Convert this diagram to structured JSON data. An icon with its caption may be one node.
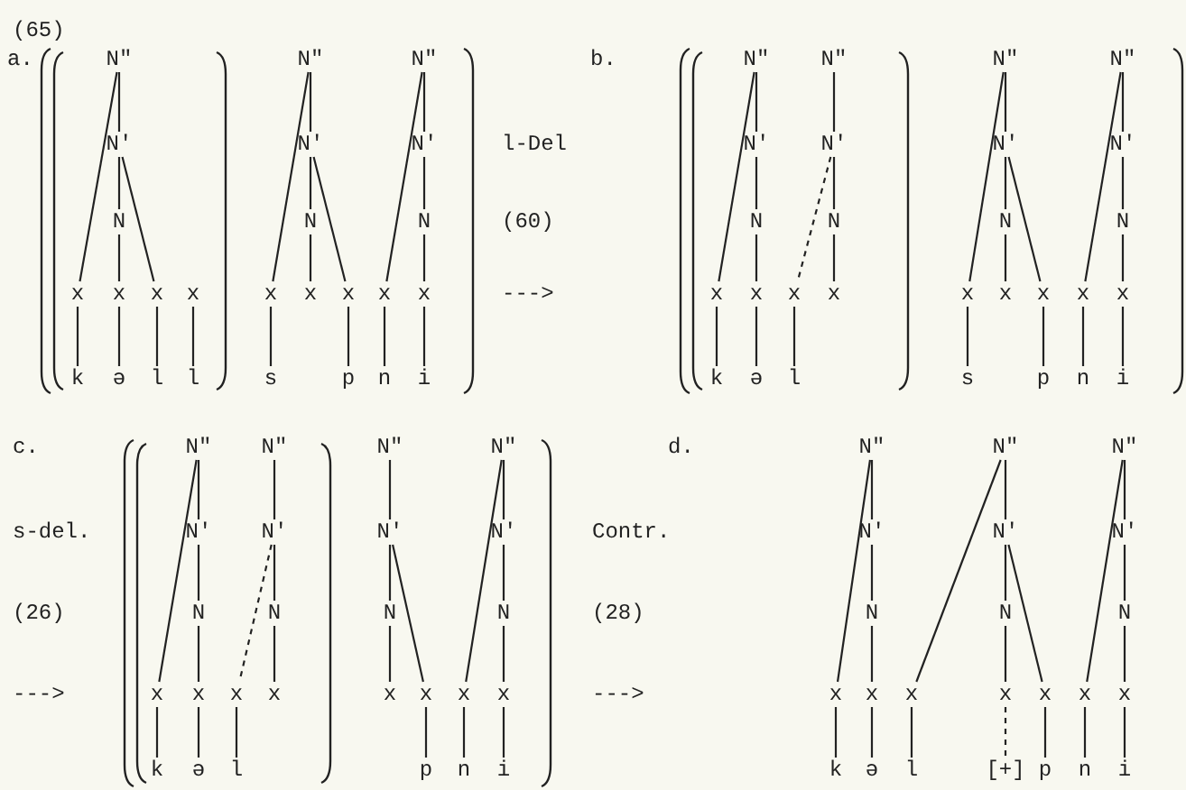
{
  "diagram": {
    "nodes": [
      {
        "text": [
          "N\""
        ]
      },
      {
        "text": [
          "N'"
        ]
      },
      {
        "text": [
          "N"
        ]
      },
      {
        "text": [
          "N\""
        ]
      },
      {
        "text": [
          "N'"
        ]
      },
      {
        "text": [
          "N"
        ]
      },
      {
        "text": [
          "N\""
        ]
      },
      {
        "text": [
          "N'"
        ]
      },
      {
        "text": [
          "N"
        ]
      },
      {
        "text": [
          "x"
        ]
      },
      {
        "text": [
          "x"
        ]
      },
      {
        "text": [
          "x"
        ]
      },
      {
        "text": [
          "x"
        ]
      },
      {
        "text": [
          "x"
        ]
      },
      {
        "text": [
          "x"
        ]
      },
      {
        "text": [
          "x"
        ]
      },
      {
        "text": [
          "x"
        ]
      },
      {
        "text": [
          "x"
        ]
      },
      {
        "text": [
          "k"
        ]
      },
      {
        "text": [
          "ə"
        ]
      },
      {
        "text": [
          "l"
        ]
      },
      {
        "text": [
          "l"
        ]
      },
      {
        "text": [
          "s"
        ]
      },
      {
        "text": [
          "p"
        ]
      },
      {
        "text": [
          "n"
        ]
      },
      {
        "text": [
          "i"
        ]
      },
      {
        "text": [
          "N\""
        ]
      },
      {
        "text": [
          "N'"
        ]
      },
      {
        "text": [
          "N"
        ]
      },
      {
        "text": [
          "N\""
        ]
      },
      {
        "text": [
          "N'"
        ]
      },
      {
        "text": [
          "N"
        ]
      },
      {
        "text": [
          "N\""
        ]
      },
      {
        "text": [
          "N'"
        ]
      },
      {
        "text": [
          "N"
        ]
      },
      {
        "text": [
          "N\""
        ]
      },
      {
        "text": [
          "N'"
        ]
      },
      {
        "text": [
          "N"
        ]
      },
      {
        "text": [
          "x"
        ]
      },
      {
        "text": [
          "x"
        ]
      },
      {
        "text": [
          "x"
        ]
      },
      {
        "text": [
          "x"
        ]
      },
      {
        "text": [
          "x"
        ]
      },
      {
        "text": [
          "x"
        ]
      },
      {
        "text": [
          "x"
        ]
      },
      {
        "text": [
          "x"
        ]
      },
      {
        "text": [
          "x"
        ]
      },
      {
        "text": [
          "k"
        ]
      },
      {
        "text": [
          "ə"
        ]
      },
      {
        "text": [
          "l"
        ]
      },
      {
        "text": [
          "s"
        ]
      },
      {
        "text": [
          "p"
        ]
      },
      {
        "text": [
          "n"
        ]
      },
      {
        "text": [
          "i"
        ]
      },
      {
        "text": [
          "N\""
        ]
      },
      {
        "text": [
          "N'"
        ]
      },
      {
        "text": [
          "N"
        ]
      },
      {
        "text": [
          "N\""
        ]
      },
      {
        "text": [
          "N'"
        ]
      },
      {
        "text": [
          "N"
        ]
      },
      {
        "text": [
          "N\""
        ]
      },
      {
        "text": [
          "N'"
        ]
      },
      {
        "text": [
          "N"
        ]
      },
      {
        "text": [
          "N\""
        ]
      },
      {
        "text": [
          "N'"
        ]
      },
      {
        "text": [
          "N"
        ]
      },
      {
        "text": [
          "x"
        ]
      },
      {
        "text": [
          "x"
        ]
      },
      {
        "text": [
          "x"
        ]
      },
      {
        "text": [
          "x"
        ]
      },
      {
        "text": [
          "x"
        ]
      },
      {
        "text": [
          "x"
        ]
      },
      {
        "text": [
          "x"
        ]
      },
      {
        "text": [
          "x"
        ]
      },
      {
        "text": [
          "k"
        ]
      },
      {
        "text": [
          "ə"
        ]
      },
      {
        "text": [
          "l"
        ]
      },
      {
        "text": [
          "p"
        ]
      },
      {
        "text": [
          "n"
        ]
      },
      {
        "text": [
          "i"
        ]
      },
      {
        "text": [
          "N\""
        ]
      },
      {
        "text": [
          "N'"
        ]
      },
      {
        "text": [
          "N"
        ]
      },
      {
        "text": [
          "N\""
        ]
      },
      {
        "text": [
          "N'"
        ]
      },
      {
        "text": [
          "N"
        ]
      },
      {
        "text": [
          "N\""
        ]
      },
      {
        "text": [
          "N'"
        ]
      },
      {
        "text": [
          "N"
        ]
      },
      {
        "text": [
          "x"
        ]
      },
      {
        "text": [
          "x"
        ]
      },
      {
        "text": [
          "x"
        ]
      },
      {
        "text": [
          "x"
        ]
      },
      {
        "text": [
          "x"
        ]
      },
      {
        "text": [
          "x"
        ]
      },
      {
        "text": [
          "x"
        ]
      },
      {
        "text": [
          "k"
        ]
      },
      {
        "text": [
          "ə"
        ]
      },
      {
        "text": [
          "l"
        ]
      },
      {
        "text": [
          "[+]"
        ]
      },
      {
        "text": [
          "p"
        ]
      },
      {
        "text": [
          "n"
        ]
      },
      {
        "text": [
          "i"
        ]
      }
    ],
    "edges": [
      {
        "from": 0,
        "to": 1,
        "arrow": "none"
      },
      {
        "from": 0,
        "to": 9,
        "arrow": "none"
      },
      {
        "from": 1,
        "to": 2,
        "arrow": "none"
      },
      {
        "from": 1,
        "to": 11,
        "arrow": "none"
      },
      {
        "from": 2,
        "to": 10,
        "arrow": "none"
      },
      {
        "from": 3,
        "to": 4,
        "arrow": "none"
      },
      {
        "from": 3,
        "to": 13,
        "arrow": "none"
      },
      {
        "from": 4,
        "to": 5,
        "arrow": "none"
      },
      {
        "from": 4,
        "to": 15,
        "arrow": "none"
      },
      {
        "from": 5,
        "to": 14,
        "arrow": "none"
      },
      {
        "from": 6,
        "to": 7,
        "arrow": "none"
      },
      {
        "from": 6,
        "to": 16,
        "arrow": "none"
      },
      {
        "from": 7,
        "to": 8,
        "arrow": "none"
      },
      {
        "from": 8,
        "to": 17,
        "arrow": "none"
      },
      {
        "from": 9,
        "to": 18,
        "arrow": "none"
      },
      {
        "from": 10,
        "to": 19,
        "arrow": "none"
      },
      {
        "from": 11,
        "to": 20,
        "arrow": "none"
      },
      {
        "from": 12,
        "to": 21,
        "arrow": "none"
      },
      {
        "from": 13,
        "to": 22,
        "arrow": "none"
      },
      {
        "from": 15,
        "to": 23,
        "arrow": "none"
      },
      {
        "from": 16,
        "to": 24,
        "arrow": "none"
      },
      {
        "from": 17,
        "to": 25,
        "arrow": "none"
      },
      {
        "from": 26,
        "to": 27,
        "arrow": "none"
      },
      {
        "from": 26,
        "to": 38,
        "arrow": "none"
      },
      {
        "from": 27,
        "to": 28,
        "arrow": "none"
      },
      {
        "from": 28,
        "to": 39,
        "arrow": "none"
      },
      {
        "from": 29,
        "to": 30,
        "arrow": "none"
      },
      {
        "from": 30,
        "to": 40,
        "arrow": "none",
        "style": "dashed"
      },
      {
        "from": 30,
        "to": 31,
        "arrow": "none"
      },
      {
        "from": 31,
        "to": 41,
        "arrow": "none"
      },
      {
        "from": 32,
        "to": 33,
        "arrow": "none"
      },
      {
        "from": 32,
        "to": 42,
        "arrow": "none"
      },
      {
        "from": 33,
        "to": 34,
        "arrow": "none"
      },
      {
        "from": 33,
        "to": 44,
        "arrow": "none"
      },
      {
        "from": 34,
        "to": 43,
        "arrow": "none"
      },
      {
        "from": 35,
        "to": 36,
        "arrow": "none"
      },
      {
        "from": 35,
        "to": 45,
        "arrow": "none"
      },
      {
        "from": 36,
        "to": 37,
        "arrow": "none"
      },
      {
        "from": 37,
        "to": 46,
        "arrow": "none"
      },
      {
        "from": 38,
        "to": 47,
        "arrow": "none"
      },
      {
        "from": 39,
        "to": 48,
        "arrow": "none"
      },
      {
        "from": 40,
        "to": 49,
        "arrow": "none"
      },
      {
        "from": 42,
        "to": 50,
        "arrow": "none"
      },
      {
        "from": 44,
        "to": 51,
        "arrow": "none"
      },
      {
        "from": 45,
        "to": 52,
        "arrow": "none"
      },
      {
        "from": 46,
        "to": 53,
        "arrow": "none"
      },
      {
        "from": 54,
        "to": 55,
        "arrow": "none"
      },
      {
        "from": 54,
        "to": 66,
        "arrow": "none"
      },
      {
        "from": 55,
        "to": 56,
        "arrow": "none"
      },
      {
        "from": 56,
        "to": 67,
        "arrow": "none"
      },
      {
        "from": 57,
        "to": 58,
        "arrow": "none"
      },
      {
        "from": 58,
        "to": 68,
        "arrow": "none",
        "style": "dashed"
      },
      {
        "from": 58,
        "to": 59,
        "arrow": "none"
      },
      {
        "from": 59,
        "to": 69,
        "arrow": "none"
      },
      {
        "from": 60,
        "to": 61,
        "arrow": "none"
      },
      {
        "from": 61,
        "to": 62,
        "arrow": "none"
      },
      {
        "from": 61,
        "to": 71,
        "arrow": "none"
      },
      {
        "from": 62,
        "to": 70,
        "arrow": "none"
      },
      {
        "from": 63,
        "to": 64,
        "arrow": "none"
      },
      {
        "from": 63,
        "to": 72,
        "arrow": "none"
      },
      {
        "from": 64,
        "to": 65,
        "arrow": "none"
      },
      {
        "from": 65,
        "to": 73,
        "arrow": "none"
      },
      {
        "from": 66,
        "to": 74,
        "arrow": "none"
      },
      {
        "from": 67,
        "to": 75,
        "arrow": "none"
      },
      {
        "from": 68,
        "to": 76,
        "arrow": "none"
      },
      {
        "from": 71,
        "to": 77,
        "arrow": "none"
      },
      {
        "from": 72,
        "to": 78,
        "arrow": "none"
      },
      {
        "from": 73,
        "to": 79,
        "arrow": "none"
      },
      {
        "from": 80,
        "to": 81,
        "arrow": "none"
      },
      {
        "from": 80,
        "to": 89,
        "arrow": "none"
      },
      {
        "from": 81,
        "to": 82,
        "arrow": "none"
      },
      {
        "from": 82,
        "to": 90,
        "arrow": "none"
      },
      {
        "from": 83,
        "to": 84,
        "arrow": "none"
      },
      {
        "from": 83,
        "to": 91,
        "arrow": "none"
      },
      {
        "from": 84,
        "to": 85,
        "arrow": "none"
      },
      {
        "from": 84,
        "to": 93,
        "arrow": "none"
      },
      {
        "from": 85,
        "to": 92,
        "arrow": "none"
      },
      {
        "from": 86,
        "to": 87,
        "arrow": "none"
      },
      {
        "from": 86,
        "to": 94,
        "arrow": "none"
      },
      {
        "from": 87,
        "to": 88,
        "arrow": "none"
      },
      {
        "from": 88,
        "to": 95,
        "arrow": "none"
      },
      {
        "from": 89,
        "to": 96,
        "arrow": "none"
      },
      {
        "from": 90,
        "to": 97,
        "arrow": "none"
      },
      {
        "from": 91,
        "to": 98,
        "arrow": "none"
      },
      {
        "from": 92,
        "to": 99,
        "arrow": "none",
        "style": "dashed"
      },
      {
        "from": 93,
        "to": 100,
        "arrow": "none"
      },
      {
        "from": 94,
        "to": 101,
        "arrow": "none"
      },
      {
        "from": 95,
        "to": 102,
        "arrow": "none"
      }
    ],
    "labels": [
      "(65)",
      "a.",
      "l-Del",
      "(60)",
      "--->",
      "b.",
      "c.",
      "s-del.",
      "(26)",
      "--->",
      "d.",
      "Contr.",
      "(28)",
      "--->"
    ]
  }
}
